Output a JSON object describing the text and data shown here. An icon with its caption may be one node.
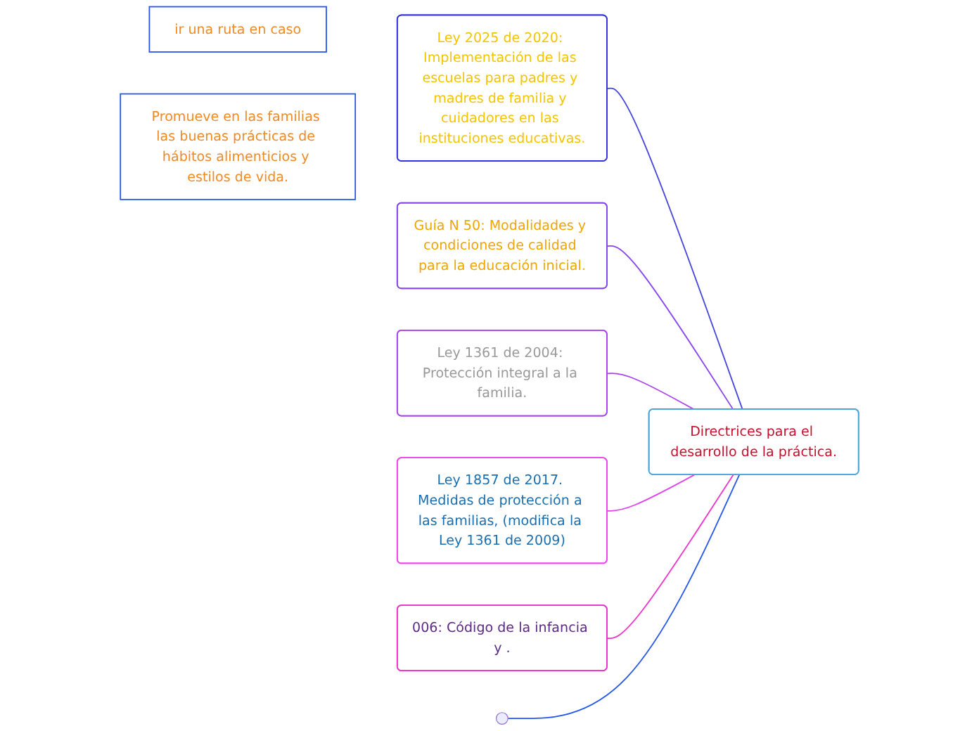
{
  "diagram": {
    "nodes": [
      {
        "text": [
          "Directrices para el desarrollo de la práctica."
        ]
      },
      {
        "text": [
          "ir una ruta en caso"
        ]
      },
      {
        "text": [
          "Promueve en las familias las buenas prácticas de hábitos alimenticios y estilos de vida."
        ]
      },
      {
        "text": [
          "Ley 2025 de 2020: Implementación de las escuelas para padres y madres de familia y cuidadores en las instituciones educativas."
        ]
      },
      {
        "text": [
          "Guía N 50: Modalidades y condiciones de calidad para la educación inicial."
        ]
      },
      {
        "text": [
          "Ley 1361 de 2004: Protección integral a la familia."
        ]
      },
      {
        "text": [
          "Ley 1857 de 2017. Medidas de protección a las familias, (modifica la Ley 1361 de 2009)"
        ]
      },
      {
        "text": [
          "006: Código de la infancia y ."
        ]
      }
    ],
    "edges": [
      {
        "from": 0,
        "to": null,
        "arrow": "none",
        "color": "#2255ee"
      },
      {
        "from": 0,
        "to": 3,
        "arrow": "none",
        "color": "#4444dd"
      },
      {
        "from": 0,
        "to": 4,
        "arrow": "none",
        "color": "#8844ee"
      },
      {
        "from": 0,
        "to": 5,
        "arrow": "none",
        "color": "#aa44ee"
      },
      {
        "from": 0,
        "to": 6,
        "arrow": "none",
        "color": "#dd44ee"
      },
      {
        "from": 0,
        "to": 7,
        "arrow": "none",
        "color": "#ee33cc"
      }
    ]
  }
}
